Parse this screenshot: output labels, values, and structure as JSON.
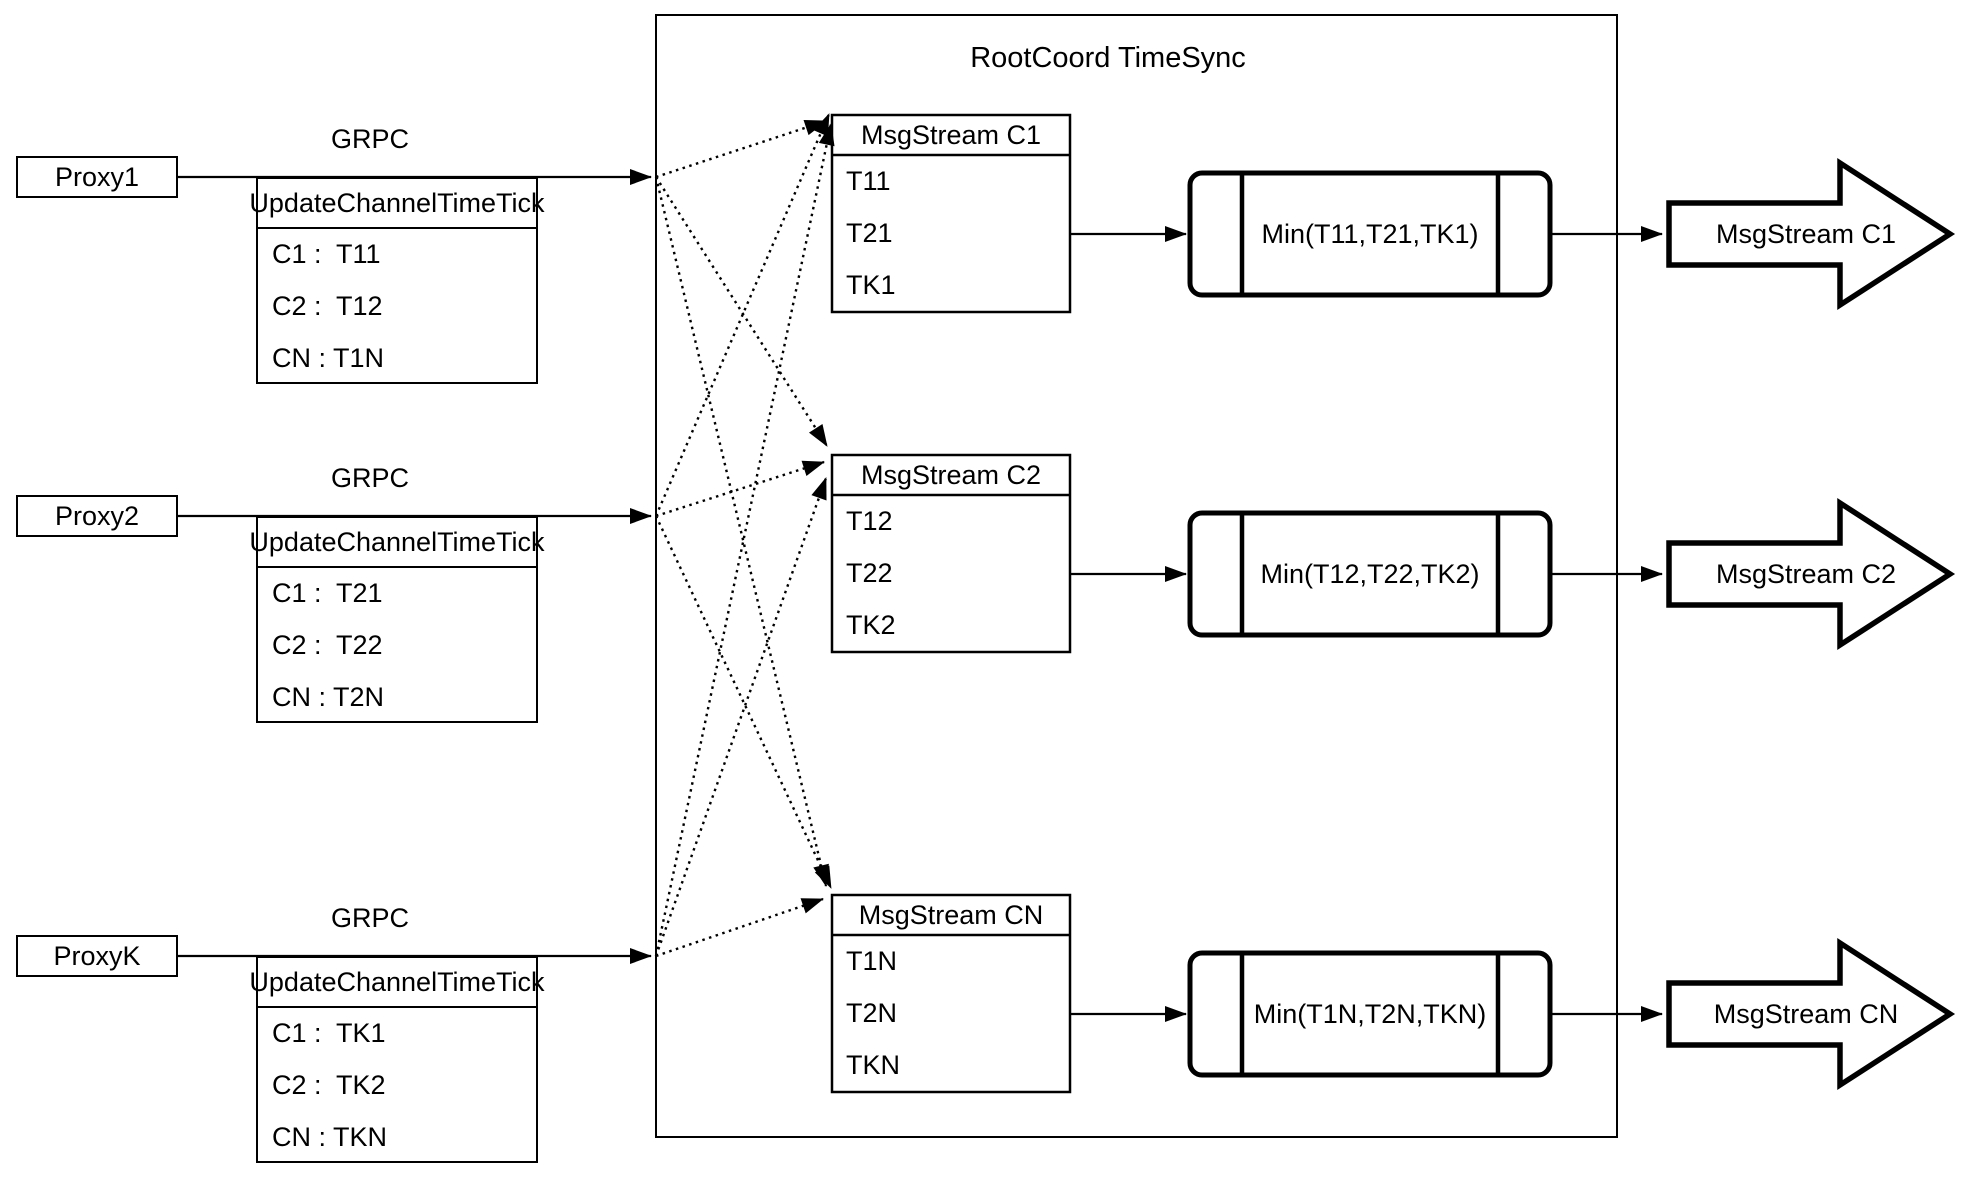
{
  "diagram": {
    "container_title": "RootCoord TimeSync",
    "proxies": [
      {
        "name": "Proxy1",
        "protocol": "GRPC",
        "table_header": "UpdateChannelTimeTick",
        "rows": [
          "C1 :  T11",
          "C2 :  T12",
          "CN : T1N"
        ]
      },
      {
        "name": "Proxy2",
        "protocol": "GRPC",
        "table_header": "UpdateChannelTimeTick",
        "rows": [
          "C1 :  T21",
          "C2 :  T22",
          "CN : T2N"
        ]
      },
      {
        "name": "ProxyK",
        "protocol": "GRPC",
        "table_header": "UpdateChannelTimeTick",
        "rows": [
          "C1 :  TK1",
          "C2 :  TK2",
          "CN : TKN"
        ]
      }
    ],
    "streams": [
      {
        "table_header": "MsgStream C1",
        "rows": [
          "T11",
          "T21",
          "TK1"
        ],
        "min_label": "Min(T11,T21,TK1)",
        "output_label": "MsgStream C1"
      },
      {
        "table_header": "MsgStream C2",
        "rows": [
          "T12",
          "T22",
          "TK2"
        ],
        "min_label": "Min(T12,T22,TK2)",
        "output_label": "MsgStream C2"
      },
      {
        "table_header": "MsgStream CN",
        "rows": [
          "T1N",
          "T2N",
          "TKN"
        ],
        "min_label": "Min(T1N,T2N,TKN)",
        "output_label": "MsgStream CN"
      }
    ],
    "colors": {
      "line": "#000000",
      "background": "#ffffff"
    }
  }
}
